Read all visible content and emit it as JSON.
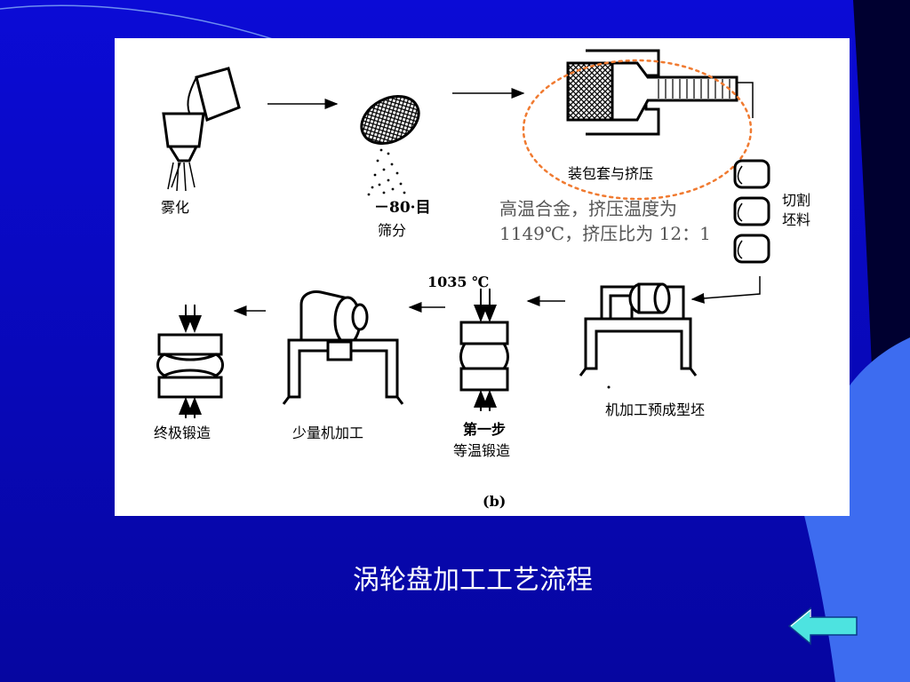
{
  "colors": {
    "background_top": "#0b0bd6",
    "background_bottom": "#0606a0",
    "accent_curve": "#3d6cf0",
    "dark_edge": "#000030",
    "highlight_ellipse": "#f07a30",
    "back_arrow_fill": "#4de3e0"
  },
  "diagram": {
    "labels": {
      "atomize": "雾化",
      "mesh": "－80·目",
      "sieve": "筛分",
      "canning_extrusion": "装包套与挤压",
      "cut_billet_line1": "切割",
      "cut_billet_line2": "坯料",
      "note_line1": "高温合金，挤压温度为",
      "note_line2": "1149℃，挤压比为 12：1",
      "machine_preform": "机加工预成型坯",
      "temperature": "1035 ℃",
      "first_step": "第一步",
      "isothermal_forging": "等温锻造",
      "light_machining": "少量机加工",
      "final_forging": "终极锻造",
      "figure_tag": "(b)"
    }
  },
  "slide": {
    "title": "涡轮盘加工工艺流程"
  },
  "nav": {
    "back_icon": "left-arrow-icon"
  }
}
